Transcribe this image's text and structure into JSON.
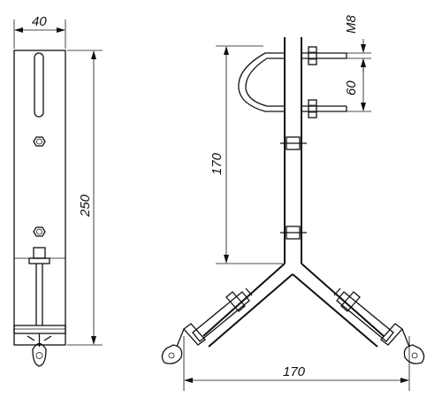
{
  "dimensions": {
    "plate_width": "40",
    "plate_height": "250",
    "thread": "M8",
    "ubolt_spacing": "60",
    "bracket_height": "170",
    "bracket_span": "170"
  }
}
